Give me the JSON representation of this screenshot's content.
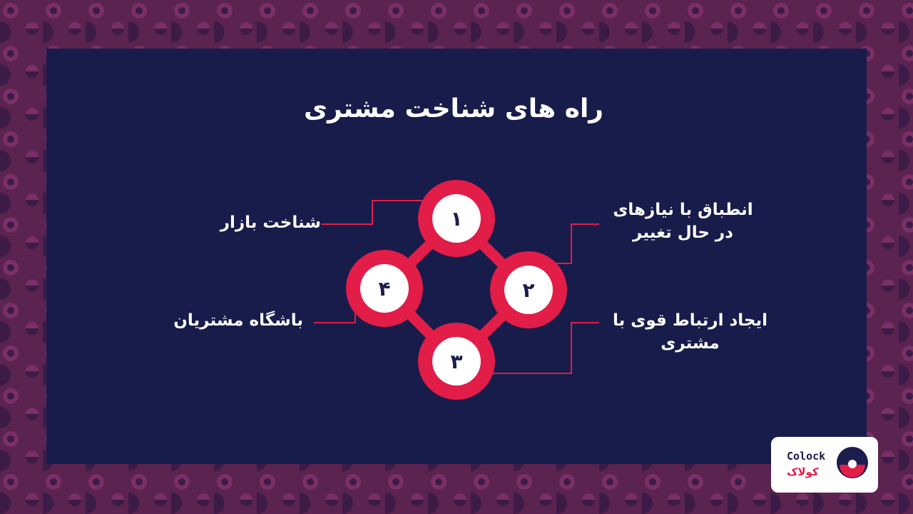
{
  "title": "راه های شناخت مشتری",
  "nodes": [
    {
      "number": "۱"
    },
    {
      "number": "۲"
    },
    {
      "number": "۳"
    },
    {
      "number": "۴"
    }
  ],
  "labels": {
    "top_left": "شناخت بازار",
    "bottom_left": "باشگاه مشتریان",
    "top_right_line1": "انطباق با نیازهای",
    "top_right_line2": "در حال تغییر",
    "bottom_right_line1": "ایجاد ارتباط قوی با",
    "bottom_right_line2": "مشتری"
  },
  "logo": {
    "latin": "Colock",
    "persian": "کولاک"
  },
  "colors": {
    "accent": "#e11d48",
    "panel": "#181c4b",
    "border": "#5a2350",
    "text": "#ffffff"
  }
}
